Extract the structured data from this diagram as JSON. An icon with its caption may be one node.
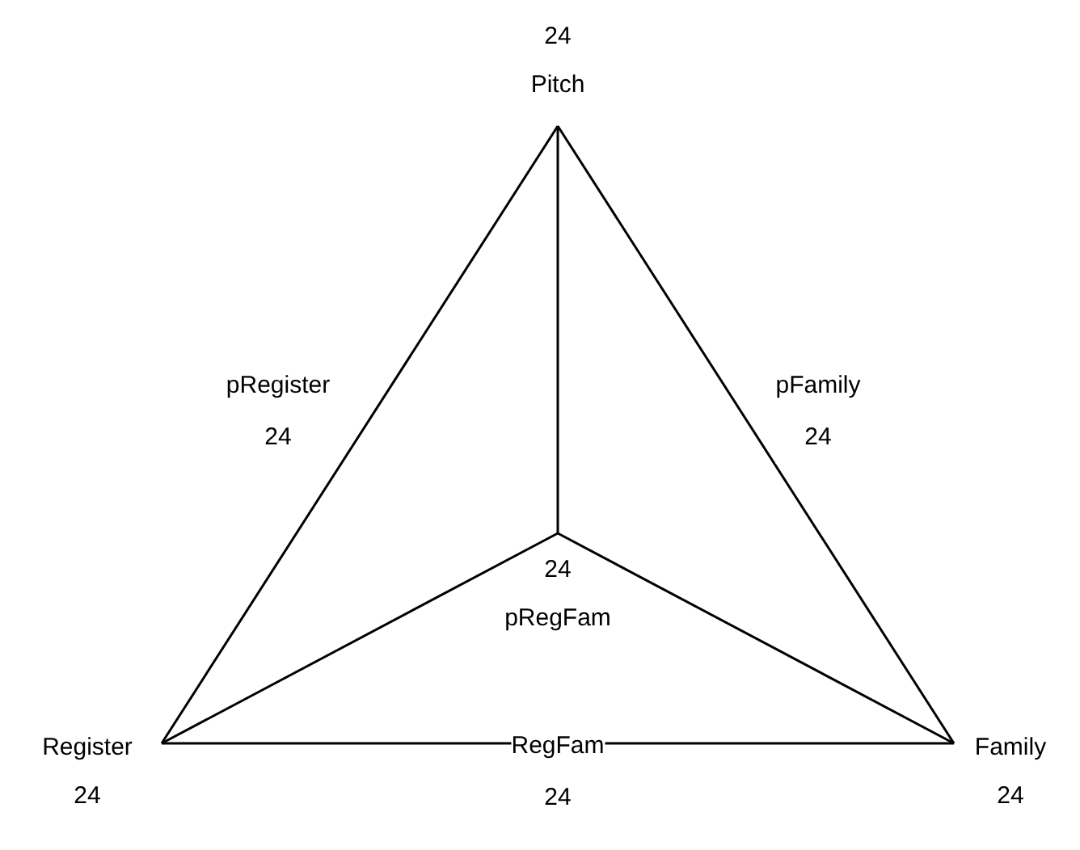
{
  "diagram": {
    "nodes": [
      {
        "text": [
          "Pitch"
        ],
        "beside": [
          "24"
        ]
      },
      {
        "text": [
          "Register"
        ],
        "beside": [
          "24"
        ]
      },
      {
        "text": [
          "Family"
        ],
        "beside": [
          "24"
        ]
      },
      {
        "text": [
          "pRegFam"
        ],
        "beside": [
          "24"
        ]
      }
    ],
    "edges": [
      {
        "from": 0,
        "to": 1,
        "arrow": "none",
        "label": "pRegister 24"
      },
      {
        "from": 0,
        "to": 2,
        "arrow": "none",
        "label": "pFamily 24"
      },
      {
        "from": 1,
        "to": 2,
        "arrow": "none",
        "label": "RegFam 24"
      },
      {
        "from": 0,
        "to": 3,
        "arrow": "none"
      },
      {
        "from": 1,
        "to": 3,
        "arrow": "none"
      },
      {
        "from": 2,
        "to": 3,
        "arrow": "none"
      }
    ]
  }
}
